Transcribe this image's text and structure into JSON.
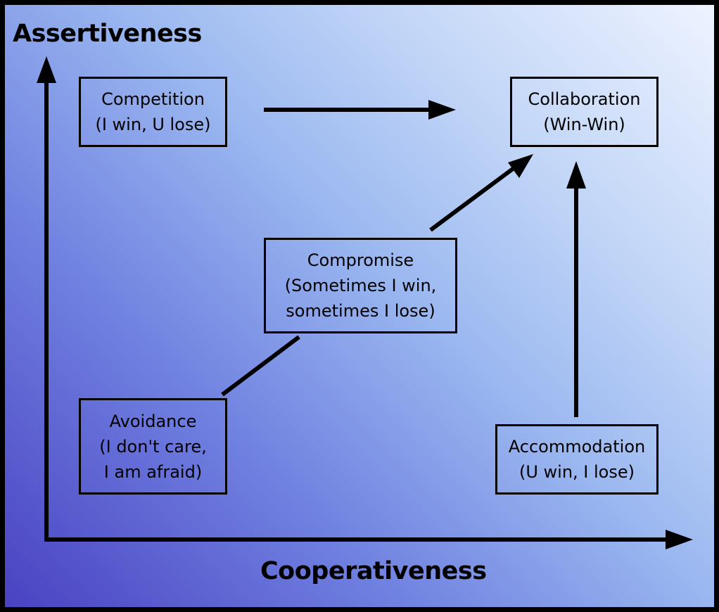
{
  "axes": {
    "y_label": "Assertiveness",
    "x_label": "Cooperativeness"
  },
  "boxes": {
    "competition": [
      "Competition",
      "(I win, U lose)"
    ],
    "collaboration": [
      "Collaboration",
      "(Win-Win)"
    ],
    "compromise": [
      "Compromise",
      "(Sometimes I win,",
      "sometimes I lose)"
    ],
    "avoidance": [
      "Avoidance",
      "(I don't care,",
      "I am afraid)"
    ],
    "accommodation": [
      "Accommodation",
      "(U win, I lose)"
    ]
  },
  "colors": {
    "gradient_dark": "#4a42c2",
    "gradient_light": "#eef3ff",
    "stroke": "#000000"
  }
}
